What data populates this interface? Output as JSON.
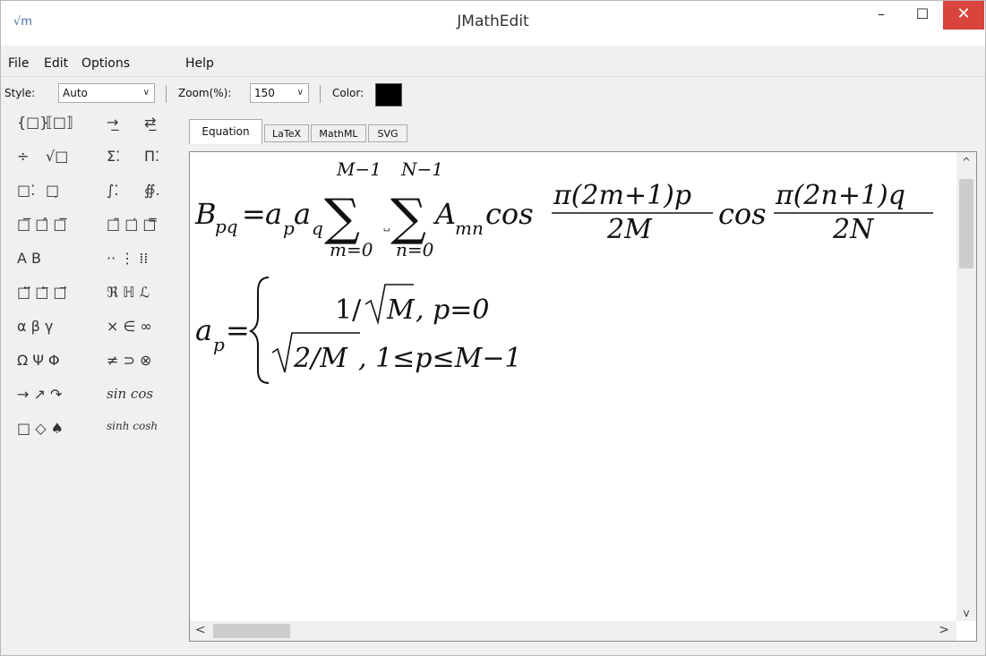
{
  "window": {
    "app_icon": "√m",
    "title": "JMathEdit",
    "minimize": "–",
    "maximize": "☐",
    "close": "✕"
  },
  "menu": {
    "file": "File",
    "edit": "Edit",
    "options": "Options",
    "help": "Help"
  },
  "toolbar": {
    "style_label": "Style:",
    "style_value": "Auto",
    "zoom_label": "Zoom(%):",
    "zoom_value": "150",
    "color_label": "Color:",
    "color_value": "#000000"
  },
  "palette": [
    [
      "{□}",
      "⟦□⟧",
      "→̲",
      "⇄̲"
    ],
    [
      "÷",
      "√□",
      "Σ⁚",
      "Π⁚"
    ],
    [
      "□⁚",
      "□̣",
      "∫⁚",
      "∯."
    ],
    [
      "□̅ □̂ □̅",
      "□̃ □̇ □̿"
    ],
    [
      "A B",
      "··  ⋮  ⁞⁞"
    ],
    [
      "□⃡ □⃖ □⃗",
      "ℜ ℍ ℒ"
    ],
    [
      "α β γ",
      "× ∈ ∞"
    ],
    [
      "Ω Ψ Φ",
      "≠ ⊃ ⊗"
    ],
    [
      "→ ↗ ↷",
      "sin cos"
    ],
    [
      "□ ◇ ♠",
      "sinh cosh"
    ]
  ],
  "tabs": [
    "Equation",
    "LaTeX",
    "MathML",
    "SVG"
  ],
  "active_tab": "Equation",
  "equation": {
    "line1": {
      "lhs": "B",
      "lhs_sub": "pq",
      "eq": "=",
      "a1": "a",
      "a1_sub": "p",
      "a2": "a",
      "a2_sub": "q",
      "sum1_upper": "M−1",
      "sum1_lower": "m=0",
      "sum2_upper": "N−1",
      "sum2_lower": "n=0",
      "A": "A",
      "A_sub": "mn",
      "cos1": "cos",
      "frac1_num": "π(2m+1)p",
      "frac1_den": "2M",
      "cos2": "cos",
      "frac2_num": "π(2n+1)q",
      "frac2_den": "2N"
    },
    "line2": {
      "lhs": "a",
      "lhs_sub": "p",
      "eq": "=",
      "case1_num": "1/",
      "case1_rad": "M",
      "case1_cond": ", p=0",
      "case2_rad": "2/M",
      "case2_cond": ", 1≤p≤M−1"
    }
  },
  "scroll": {
    "up": "^",
    "down": "v",
    "left": "<",
    "right": ">"
  }
}
